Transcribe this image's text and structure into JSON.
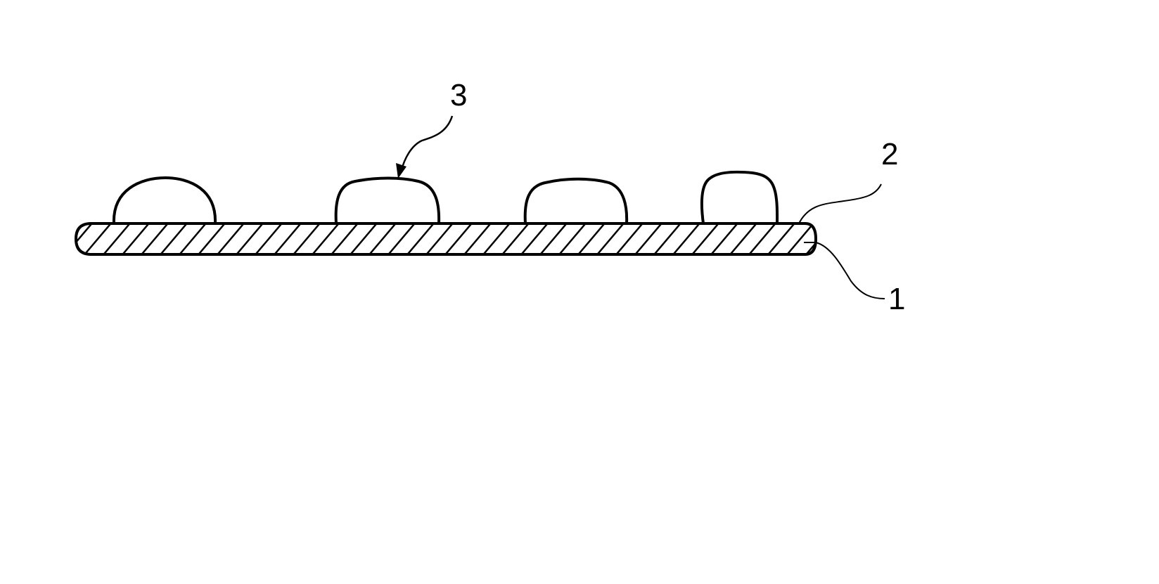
{
  "figure": {
    "type": "patent cross-section drawing",
    "colors": {
      "line": "#000000",
      "background": "#ffffff"
    },
    "labels": [
      {
        "id": "1",
        "text": "1",
        "refers_to": "substrate (hatched layer)"
      },
      {
        "id": "2",
        "text": "2",
        "refers_to": "top surface of substrate"
      },
      {
        "id": "3",
        "text": "3",
        "refers_to": "raised bump / protrusion (arrow)"
      }
    ],
    "bumps_count": 4
  }
}
